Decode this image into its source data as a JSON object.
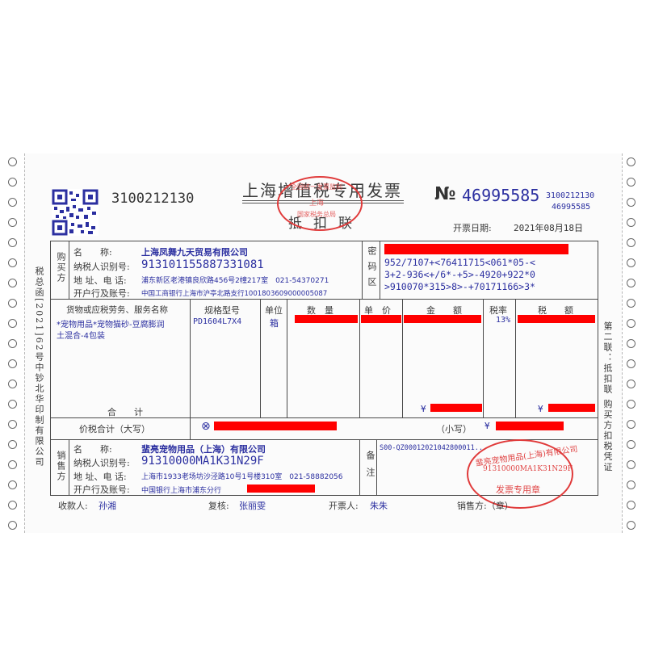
{
  "invoice": {
    "title": "上海增值税专用发票",
    "copy_name": "抵扣联",
    "code_left": "3100212130",
    "no_symbol": "№",
    "no_big": "46995585",
    "no_small_code": "3100212130",
    "no_small_num": "46995585",
    "issue_date_label": "开票日期:",
    "issue_date": "2021年08月18日",
    "side_left": "税总函[2021]62号中钞北华印制有限公司",
    "side_right": "第二联：抵扣联 购买方扣税凭证"
  },
  "seal_top": {
    "outer": "全国统一发票监制",
    "mid": "上海",
    "inner": "国家税务总局"
  },
  "buyer": {
    "section": "购买方",
    "name_label": "名　　称:",
    "name": "上海凤舞九天贸易有限公司",
    "tax_label": "纳税人识别号:",
    "tax_id": "913101155887331081",
    "addr_label": "地 址、电 话:",
    "addr": "浦东新区老港镇良欣路456号2幢217室　021-54370271",
    "bank_label": "开户行及账号:",
    "bank": "中国工商银行上海市沪亭北路支行1001803609000005087"
  },
  "cipher": {
    "section": "密码区",
    "lines": [
      "952/7107+<76411715<061*05-<",
      "3+2-936<+/6*-+5>-4920+922*0",
      ">910070*315>8>-+70171166>3*"
    ]
  },
  "items_header": {
    "goods": "货物或应税劳务、服务名称",
    "spec": "规格型号",
    "unit": "单位",
    "qty": "数　量",
    "price": "单　价",
    "amount": "金　　额",
    "rate": "税率",
    "tax": "税　　额"
  },
  "items": [
    {
      "name_line1": "*宠物用品*宠物猫砂-豆腐膨润",
      "name_line2": "土混合-4包装",
      "spec": "PD1604L7X4",
      "unit": "箱",
      "rate": "13%"
    }
  ],
  "totals": {
    "label": "合　　计",
    "yen": "¥"
  },
  "total_tax_incl": {
    "label": "价税合计（大写）",
    "circle": "⊗",
    "small_label": "（小写）",
    "yen": "¥"
  },
  "seller": {
    "section": "销售方",
    "name_label": "名　　称:",
    "name": "蜚亮宠物用品（上海）有限公司",
    "tax_label": "纳税人识别号:",
    "tax_id": "91310000MA1K31N29F",
    "addr_label": "地 址、电 话:",
    "addr": "上海市1933老场坊沙泾路10号1号楼310室　021-58882056",
    "bank_label": "开户行及账号:",
    "bank": "中国银行上海市浦东分行"
  },
  "remark": {
    "section": "备注",
    "text": "S00-QZ00012021042800011..."
  },
  "seal_seller": {
    "outer": "蜚亮宠物用品(上海)有限公司",
    "mid": "91310000MA1K31N29F",
    "bottom": "发票专用章"
  },
  "footer": {
    "payee_label": "收款人:",
    "payee": "孙湘",
    "reviewer_label": "复核:",
    "reviewer": "张丽雯",
    "drawer_label": "开票人:",
    "drawer": "朱朱",
    "seller_label": "销售方:（章）"
  }
}
